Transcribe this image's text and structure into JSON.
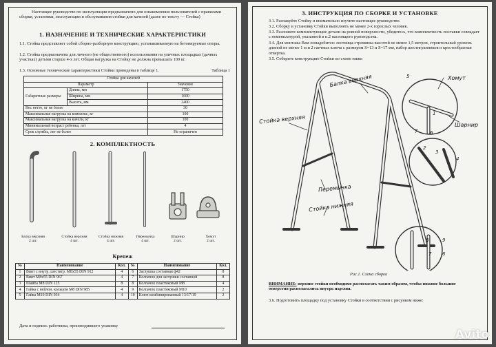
{
  "left": {
    "intro": "Настоящее руководство по эксплуатации предназначено для ознакомления пользователей с правилами сборки, установки, эксплуатации и обслуживания стойки для качелей (далее по тексту — Стойка)",
    "section1_title": "1. НАЗНАЧЕНИЕ И ТЕХНИЧЕСКИЕ ХАРАКТЕРИСТИКИ",
    "p11": "1.1. Стойка представляет собой сборно-разборную конструкцию, устанавливаемую на бетонируемые опоры.",
    "p12": "1.2. Стойка предназначена для личного (не общественного) использования на уличных площадках (дачных участках) детьми старше 4-х лет. Общая нагрузка на Стойку не должна превышать 100 кг.",
    "p13": "1.3. Основные технические характеристики Стойки приведены в таблице 1.",
    "table1_label": "Таблица 1",
    "table1_caption": "Стойка для качелей",
    "table1_head": [
      "Параметр",
      "Значение"
    ],
    "dims_label": "Габаритные размеры",
    "dims": [
      [
        "Длина, мм",
        "1750"
      ],
      [
        "Ширина, мм",
        "1600"
      ],
      [
        "Высота, мм",
        "2400"
      ]
    ],
    "specs": [
      [
        "Вес нетто, кг не более",
        "30"
      ],
      [
        "Максимальная нагрузка на комплекс, кг",
        "100"
      ],
      [
        "Максимальная нагрузка на качели, кг",
        "100"
      ],
      [
        "Минимальный возраст ребенка, лет",
        "4"
      ],
      [
        "Срок службы, лет не более",
        "Не ограничен"
      ]
    ],
    "section2_title": "2. КОМПЛЕКТНОСТЬ",
    "parts": [
      {
        "name": "Балка верхняя",
        "qty": "2 шт."
      },
      {
        "name": "Стойка верхняя",
        "qty": "4 шт."
      },
      {
        "name": "Стойка нижняя",
        "qty": "4 шт."
      },
      {
        "name": "Перемычка",
        "qty": "4 шт."
      },
      {
        "name": "Шарнир",
        "qty": "2 шт."
      },
      {
        "name": "Хомут",
        "qty": "2 шт."
      }
    ],
    "fastener_title": "Крепеж",
    "fastener_head": [
      "№",
      "Наименование",
      "Кол.",
      "№",
      "Наименование",
      "Кол."
    ],
    "fasteners": [
      [
        "1",
        "Винт с внутр. шестигр. М8х55 DIN 912",
        "4",
        "6",
        "Заглушка составная ф42",
        "8"
      ],
      [
        "2",
        "Винт М8х55 DIN 967",
        "4",
        "7",
        "Колпачок для заглушки составной",
        "8"
      ],
      [
        "3",
        "Шайба М8 DIN 125",
        "8",
        "8",
        "Колпачок пластиковый М8",
        "4"
      ],
      [
        "4",
        "Гайка с нейлон. кольцом М8 DIN 985",
        "4",
        "9",
        "Колпачок пластиковый М10",
        "2"
      ],
      [
        "5",
        "Гайка М10 DIN 934",
        "4",
        "10",
        "Ключ комбинированный 13/17/19",
        "2"
      ]
    ],
    "footer": "Дата и подпись работника, производившего упаковку"
  },
  "right": {
    "section3_title": "3. ИНСТРУКЦИЯ ПО СБОРКЕ И УСТАНОВКЕ",
    "steps": [
      "3.1. Распакуйте Стойку и внимательно изучите настоящее руководство.",
      "3.2. Сборку и установку Стойки выполнять не менее 2-х взрослых человек.",
      "3.3. Разложите комплектующие детали на ровной поверхности, убедитесь, что комплектность поставки совпадает с номенклатурой, указанной в п.2 настоящего руководства.",
      "3.4. Для монтажа Вам понадобится: лестница-стремянка высотой не менее 1,5 метров, строительный уровень длиной не менее 1 м и 2 гаечных ключа с размером S=13 и S=17 мм, набор шестигранников и крестообразная отвертка.",
      "3.5. Соберите конструкцию Стойки по схеме ниже:"
    ],
    "callouts": {
      "beam": "Балка верхняя",
      "upper": "Стойка верхняя",
      "clamp": "Хомут",
      "hinge": "Шарнир",
      "crossbar": "Перемычка",
      "lower": "Стойка нижняя"
    },
    "numbers": [
      "5",
      "1",
      "7",
      "6",
      "2",
      "3",
      "4",
      "8",
      "9",
      "7",
      "6"
    ],
    "figure_caption": "Рис.1. Схема сборки",
    "warning_label": "ВНИМАНИЕ:",
    "warning_text": " верхние стойки необходимо располагать таким образом, чтобы нижние большие отверстия располагались внутрь изделия.",
    "p36": "3.6. Подготовить площадку под установку Стойки в соответствии с рисунком ниже:"
  },
  "watermark": "Avito"
}
